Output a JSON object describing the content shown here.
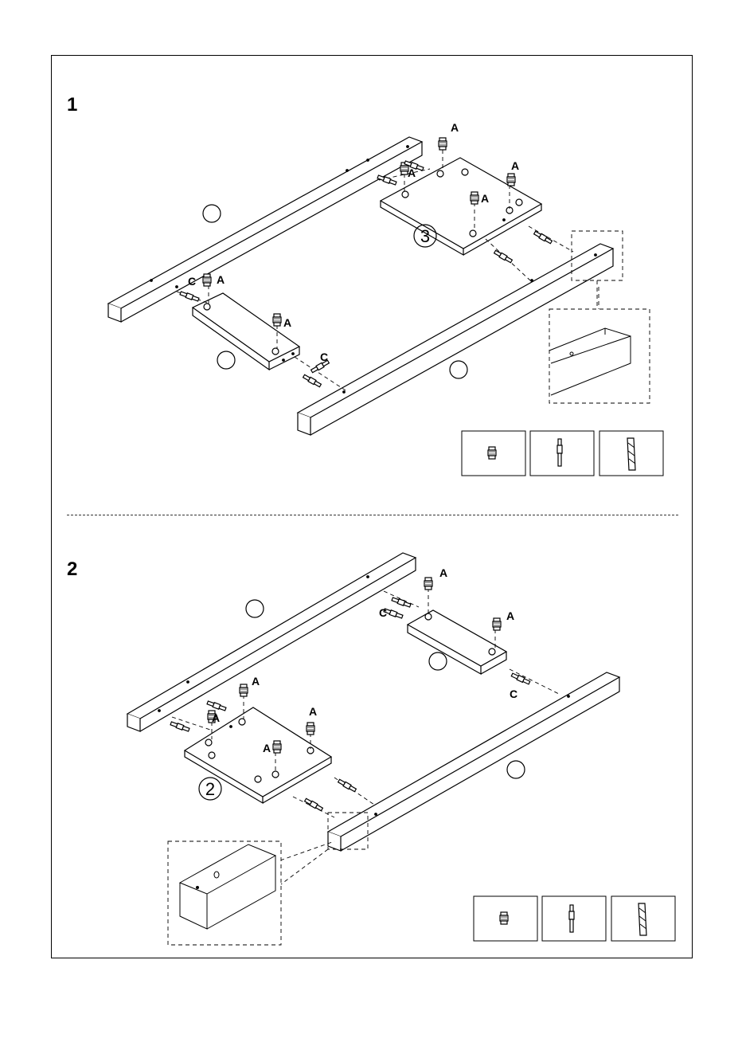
{
  "steps": [
    {
      "number": "1",
      "part_numbers": [
        "3"
      ]
    },
    {
      "number": "2",
      "part_numbers": [
        "2"
      ]
    }
  ],
  "fitting_labels": {
    "cam": "A",
    "bolt": "C"
  },
  "hardware_legend": [
    {
      "icon": "cam-lock-icon"
    },
    {
      "icon": "connecting-bolt-icon"
    },
    {
      "icon": "wooden-dowel-icon"
    }
  ]
}
